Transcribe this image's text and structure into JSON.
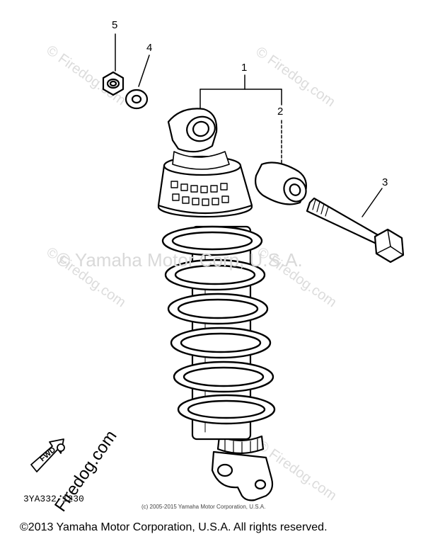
{
  "watermark": {
    "center_text": "© Yamaha Motor Corp, U.S.A.",
    "site": "© Firedog.com"
  },
  "callouts": {
    "c1": "1",
    "c2": "2",
    "c3": "3",
    "c4": "4",
    "c5": "5"
  },
  "fwd_label": "FWD",
  "brand_site": "Firedog.com",
  "part_code": "3YA332-1230",
  "small_copyright": "(c) 2005-2015 Yamaha Motor Corporation, U.S.A.",
  "footer": "©2013 Yamaha Motor Corporation, U.S.A. All rights reserved."
}
